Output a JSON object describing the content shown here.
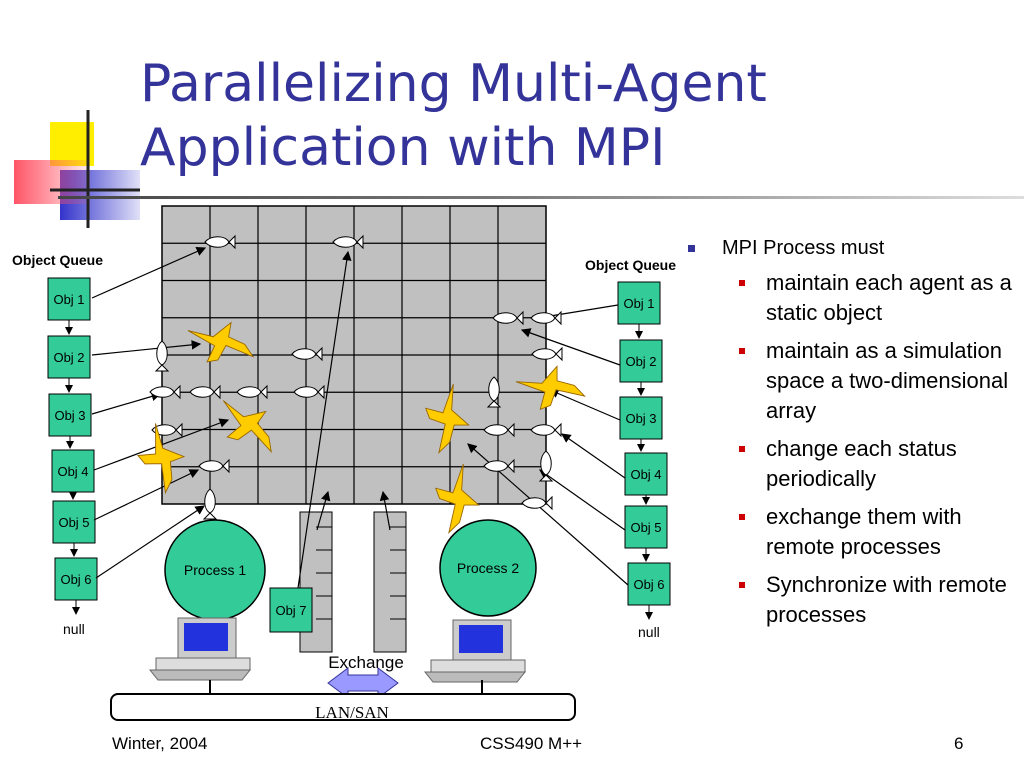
{
  "slide": {
    "title_lines": [
      "Parallelizing Multi-Agent",
      "Application with MPI"
    ],
    "bullet": {
      "text": "MPI Process must",
      "sub": [
        "maintain each agent as a static object",
        "maintain as a simulation  space a two-dimensional array",
        "change each status periodically",
        "exchange them with remote processes",
        "Synchronize with remote processes"
      ]
    },
    "footer": {
      "left": "Winter, 2004",
      "center": "CSS490 M++",
      "page": "6"
    }
  },
  "diagram": {
    "left_queue": {
      "label": "Object Queue",
      "objects": [
        "Obj 1",
        "Obj 2",
        "Obj 3",
        "Obj 4",
        "Obj 5",
        "Obj 6"
      ],
      "null": "null"
    },
    "right_queue": {
      "label": "Object Queue",
      "objects": [
        "Obj 1",
        "Obj 2",
        "Obj 3",
        "Obj 4",
        "Obj 5",
        "Obj 6"
      ],
      "null": "null"
    },
    "process1": "Process 1",
    "process2": "Process 2",
    "obj7": "Obj 7",
    "exchange": "Exchange",
    "network": "LAN/SAN"
  },
  "colors": {
    "title": "#333399",
    "grid_fill": "#c0c0c0",
    "object_box": "#33cc99",
    "bird": "#ffcc00",
    "exchange_arrow": "#9999ff",
    "sub_bullet": "#cc0000",
    "main_bullet": "#333399"
  }
}
